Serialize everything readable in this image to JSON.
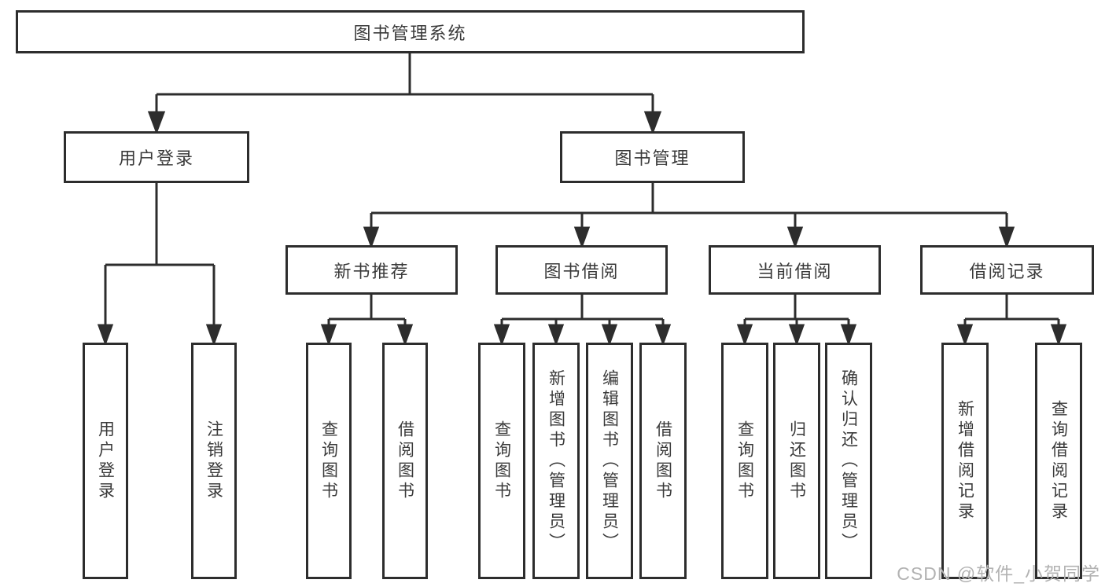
{
  "colors": {
    "line": "#2d2d2d",
    "box_border": "#2d2d2d",
    "box_background": "#ffffff",
    "text": "#3a3a3a",
    "watermark": "#b2b2b2"
  },
  "tree": {
    "root": {
      "label": "图书管理系统",
      "children": [
        {
          "label": "用户登录",
          "children": [
            {
              "label": "用户登录"
            },
            {
              "label": "注销登录"
            }
          ]
        },
        {
          "label": "图书管理",
          "children": [
            {
              "label": "新书推荐",
              "children": [
                {
                  "label": "查询图书"
                },
                {
                  "label": "借阅图书"
                }
              ]
            },
            {
              "label": "图书借阅",
              "children": [
                {
                  "label": "查询图书"
                },
                {
                  "label": "新增图书（管理员）"
                },
                {
                  "label": "编辑图书（管理员）"
                },
                {
                  "label": "借阅图书"
                }
              ]
            },
            {
              "label": "当前借阅",
              "children": [
                {
                  "label": "查询图书"
                },
                {
                  "label": "归还图书"
                },
                {
                  "label": "确认归还（管理员）"
                }
              ]
            },
            {
              "label": "借阅记录",
              "children": [
                {
                  "label": "新增借阅记录"
                },
                {
                  "label": "查询借阅记录"
                }
              ]
            }
          ]
        }
      ]
    }
  },
  "watermark": {
    "text": "CSDN @软件_小贺同学"
  }
}
